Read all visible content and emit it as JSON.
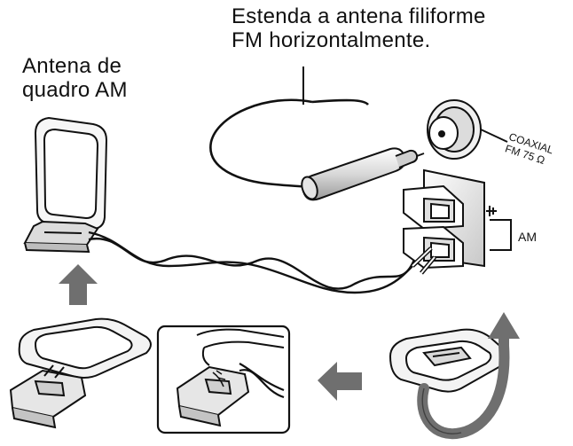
{
  "labels": {
    "fm_instruction_line1": "Estenda a antena filiforme",
    "fm_instruction_line2": "FM horizontalmente.",
    "am_loop_line1": "Antena de",
    "am_loop_line2": "quadro AM",
    "coaxial_line1": "COAXIAL",
    "coaxial_line2": "FM 75 Ω",
    "am_terminal": "AM"
  },
  "colors": {
    "line": "#111111",
    "arrow": "#6f6f6f",
    "fill_light": "#f2f2f2",
    "fill_mid": "#cfcfcf"
  },
  "icons": [
    "am-loop-antenna-icon",
    "fm-wire-antenna-icon",
    "coaxial-connector-icon",
    "antenna-terminal-block-icon",
    "up-arrow-icon",
    "left-arrow-icon",
    "rotate-arrow-icon"
  ]
}
